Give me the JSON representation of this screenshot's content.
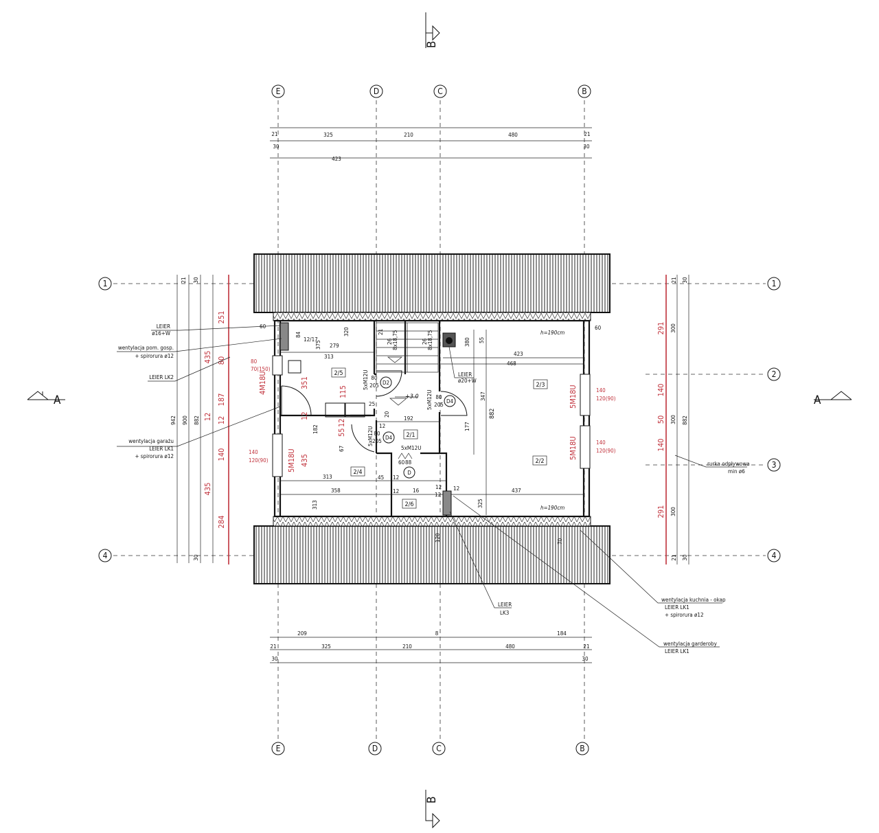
{
  "grid": {
    "columns": [
      "E",
      "D",
      "C",
      "B"
    ],
    "rows": [
      "1",
      "2",
      "3",
      "4"
    ],
    "section_a": "A",
    "section_b": "B"
  },
  "dims_top": {
    "row1": [
      "21",
      "325",
      "210",
      "480",
      "21"
    ],
    "row2": [
      "30",
      "30"
    ],
    "row3": "423"
  },
  "dims_bottom": {
    "row1": [
      "209",
      "8",
      "184"
    ],
    "row2": [
      "21",
      "325",
      "210",
      "480",
      "21"
    ],
    "row3": [
      "30",
      "30"
    ]
  },
  "dims_left": {
    "overall": [
      "942",
      "900",
      "882"
    ],
    "black": [
      "21",
      "30",
      "435",
      "12",
      "435",
      "30"
    ],
    "red": [
      "251",
      "80",
      "187",
      "12",
      "140",
      "284"
    ]
  },
  "dims_right": {
    "red": [
      "291",
      "140",
      "50",
      "140",
      "291"
    ],
    "black": [
      "21",
      "300",
      "300",
      "300",
      "21",
      "30",
      "30"
    ],
    "overall": "882"
  },
  "rooms": [
    "2/1",
    "2/2",
    "2/3",
    "2/4",
    "2/5",
    "2/6"
  ],
  "doors": [
    {
      "tag": "D2",
      "spec": "5xM12U",
      "w": "80",
      "h": "205"
    },
    {
      "tag": "D4",
      "spec": "5xM12U",
      "w": "80",
      "h": "205"
    },
    {
      "tag": "D4",
      "spec": "5xM12U",
      "w": "80",
      "h": "205"
    },
    {
      "tag": "D",
      "spec": "5xM12U",
      "w": "60",
      "h": "88"
    }
  ],
  "windows": [
    {
      "type": "4M18U",
      "w": "80",
      "h": "70(150)"
    },
    {
      "type": "5M18U",
      "w": "140",
      "h": "120(90)"
    },
    {
      "type": "5M18U",
      "w": "140",
      "h": "120(90)"
    },
    {
      "type": "5M18U",
      "w": "140",
      "h": "120(90)"
    }
  ],
  "inner_dims": [
    "60",
    "84",
    "12/17",
    "375",
    "320",
    "279",
    "313",
    "21",
    "26",
    "8x18,75",
    "26",
    "8x18,75",
    "380",
    "55",
    "423",
    "468",
    "115",
    "25",
    "20",
    "192",
    "12",
    "182",
    "55",
    "12",
    "351",
    "12",
    "435",
    "67",
    "347",
    "882",
    "177",
    "313",
    "45",
    "12",
    "358",
    "12",
    "16",
    "12",
    "12",
    "12",
    "313",
    "325",
    "437",
    "60",
    "120",
    "70"
  ],
  "level": "+3.0",
  "height_notes": [
    "h=190cm",
    "h=190cm"
  ],
  "annotations": {
    "leier_16w": [
      "LEIER",
      "ø16+W"
    ],
    "went_gosp": [
      "wentylacja pom. gosp.",
      "+ spirorura ø12"
    ],
    "leier_lk2": "LEIER LK2",
    "went_garazu": [
      "wentylacja garażu",
      "LEIER LK1",
      "+ spirorura ø12"
    ],
    "leier_20w": [
      "LEIER",
      "ø20+W"
    ],
    "leier_lk3": [
      "LEIER",
      "LK3"
    ],
    "went_kuchnia": [
      "wentylacja kuchnia - okap",
      "LEIER LK1",
      "+ spirorura ø12"
    ],
    "went_garderoby": [
      "wentylacja garderoby",
      "LEIER LK1"
    ],
    "rurka": [
      "rurka odpływowa",
      "min ø6"
    ]
  }
}
